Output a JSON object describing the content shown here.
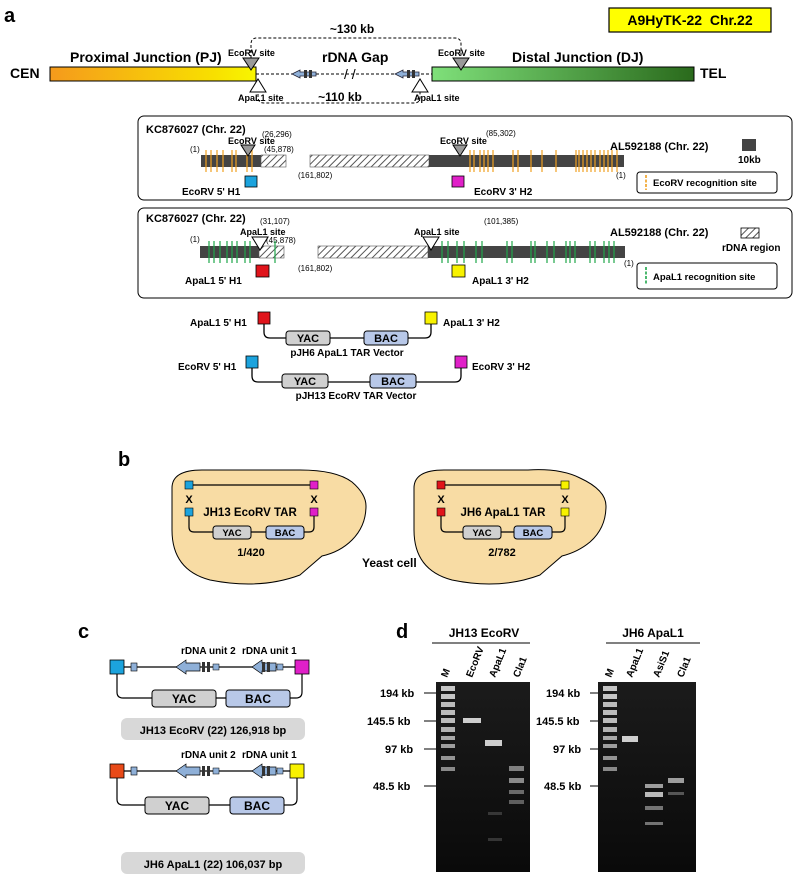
{
  "panel_labels": {
    "a": "a",
    "b": "b",
    "c": "c",
    "d": "d"
  },
  "a": {
    "badge": "A9HyTK-22  Chr.22",
    "top_span": "~130 kb",
    "bottom_span": "~110 kb",
    "cen": "CEN",
    "tel": "TEL",
    "pj": "Proximal Junction (PJ)",
    "dj": "Distal Junction (DJ)",
    "gap": "rDNA Gap",
    "ecorv_site": "EcoRV site",
    "apal1_site": "ApaL1 site",
    "box1": {
      "left_title": "KC876027 (Chr. 22)",
      "right_title": "AL592188 (Chr. 22)",
      "pos_start": "(1)",
      "pos_a": "(26,296)",
      "pos_b": "(45,878)",
      "pos_c": "(161,802)",
      "pos_d": "(85,302)",
      "pos_end": "(1)",
      "site": "EcoRV site",
      "h1": "EcoRV 5' H1",
      "h2": "EcoRV 3' H2",
      "scale": "10kb",
      "legend": "EcoRV recognition site"
    },
    "box2": {
      "left_title": "KC876027 (Chr. 22)",
      "right_title": "AL592188 (Chr. 22)",
      "pos_start": "(1)",
      "pos_a": "(31,107)",
      "pos_b": "(45,878)",
      "pos_c": "(161,802)",
      "pos_d": "(101,385)",
      "pos_end": "(1)",
      "site": "ApaL1 site",
      "h1": "ApaL1 5' H1",
      "h2": "ApaL1 3' H2",
      "rdna_region": "rDNA region",
      "legend": "ApaL1 recognition site"
    },
    "vec1": {
      "left": "ApaL1 5' H1",
      "right": "ApaL1 3' H2",
      "yac": "YAC",
      "bac": "BAC",
      "name": "pJH6 ApaL1 TAR Vector"
    },
    "vec2": {
      "left": "EcoRV 5' H1",
      "right": "EcoRV 3' H2",
      "yac": "YAC",
      "bac": "BAC",
      "name": "pJH13 EcoRV TAR Vector"
    }
  },
  "b": {
    "left": {
      "x1": "X",
      "x2": "X",
      "title": "JH13 EcoRV TAR",
      "yac": "YAC",
      "bac": "BAC",
      "ratio": "1/420"
    },
    "right": {
      "x1": "X",
      "x2": "X",
      "title": "JH6 ApaL1 TAR",
      "yac": "YAC",
      "bac": "BAC",
      "ratio": "2/782"
    },
    "yeast": "Yeast cell"
  },
  "c": {
    "top": {
      "unit2": "rDNA unit 2",
      "unit1": "rDNA unit 1",
      "yac": "YAC",
      "bac": "BAC",
      "label": "JH13 EcoRV (22) 126,918 bp"
    },
    "bottom": {
      "unit2": "rDNA unit 2",
      "unit1": "rDNA unit 1",
      "yac": "YAC",
      "bac": "BAC",
      "label": "JH6 ApaL1 (22) 106,037 bp"
    }
  },
  "d": {
    "gel1": {
      "title": "JH13 EcoRV",
      "lanes": [
        "M",
        "EcoRV",
        "ApaL1",
        "Cla1"
      ]
    },
    "gel2": {
      "title": "JH6 ApaL1",
      "lanes": [
        "M",
        "ApaL1",
        "AsiS1",
        "Cla1"
      ]
    },
    "markers": [
      "194 kb",
      "145.5 kb",
      "97 kb",
      "48.5 kb"
    ]
  },
  "colors": {
    "orange": "#f7a21b",
    "yellow": "#f8f200",
    "green": "#27a844",
    "ecorv_tick": "#f0a020",
    "apal1_tick": "#1fa64a",
    "red": "#e0141b",
    "cyan": "#1ca3dd",
    "magenta": "#e020c8",
    "yeast": "#f8dca4"
  }
}
